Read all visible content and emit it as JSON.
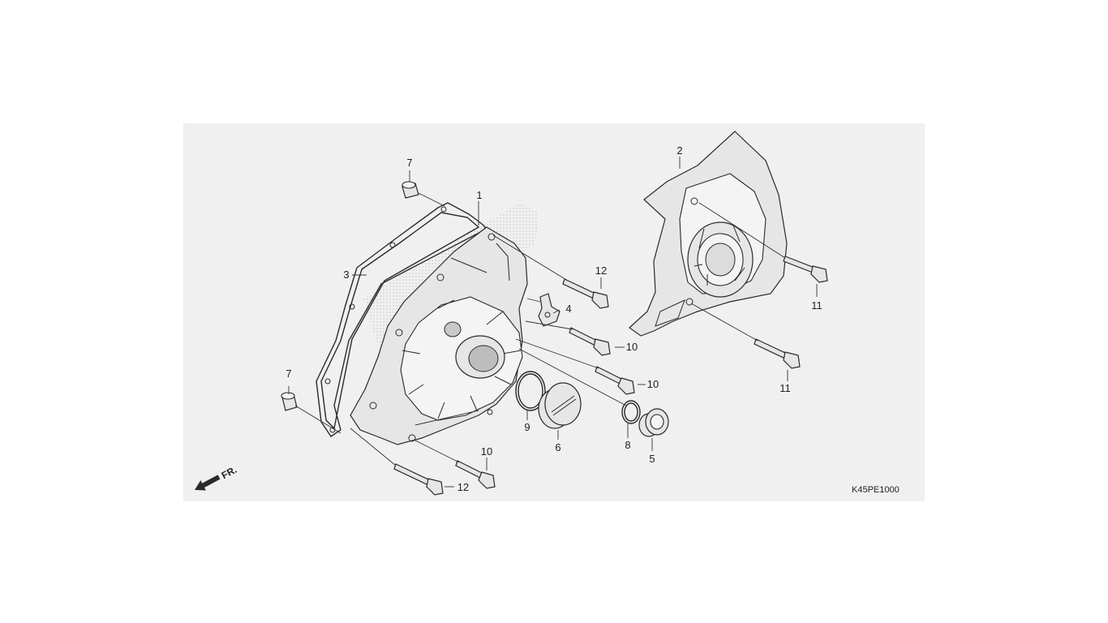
{
  "diagram": {
    "code": "K45PE1000",
    "direction": "FR.",
    "callouts": [
      "1",
      "2",
      "3",
      "4",
      "5",
      "6",
      "7",
      "7",
      "8",
      "9",
      "10",
      "10",
      "10",
      "11",
      "11",
      "12",
      "12"
    ]
  },
  "colors": {
    "panel_background": "#f0f0f0",
    "ink": "#222222",
    "part_fill": "#e6e6e6"
  }
}
